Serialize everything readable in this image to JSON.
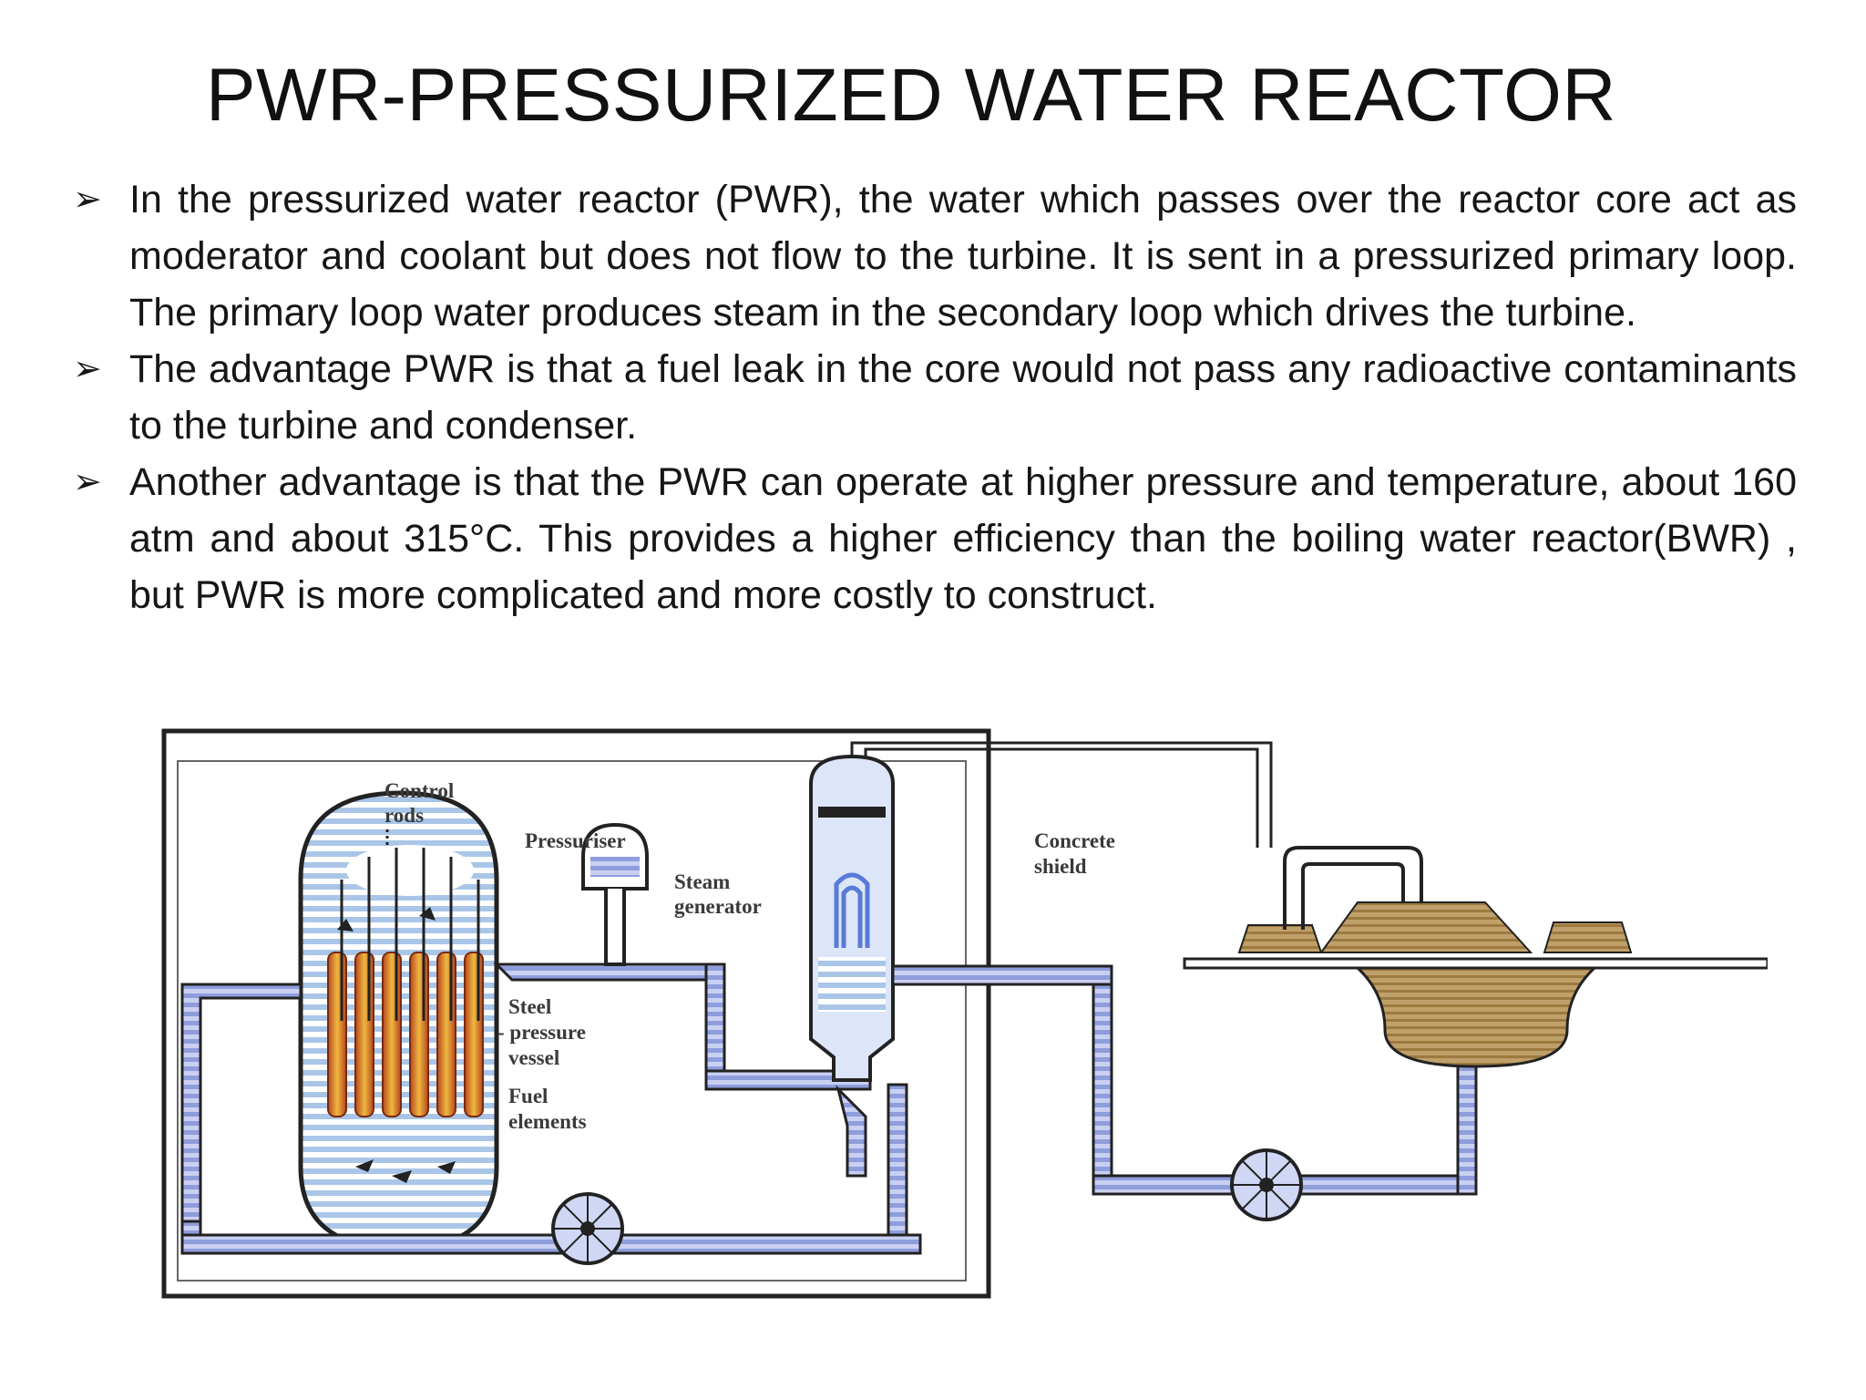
{
  "title": "PWR-PRESSURIZED WATER REACTOR",
  "bullet_marker": "➢",
  "bullets": [
    "In the pressurized water reactor (PWR), the water which passes over the reactor core act as moderator and coolant but does not flow to the turbine. It is sent in a pressurized primary loop. The primary loop water produces steam in the secondary loop which drives the turbine.",
    "The advantage PWR is that a fuel leak in the core would not pass any radioactive contaminants to the turbine and condenser.",
    "Another advantage is that the PWR can operate at higher pressure and temperature, about 160 atm and about 315°C. This provides a higher efficiency than the boiling water reactor(BWR) , but PWR is more complicated and more costly to construct."
  ],
  "diagram": {
    "labels": {
      "control_rods": [
        "Control",
        "rods"
      ],
      "pressuriser": "Pressuriser",
      "steam_generator": [
        "Steam",
        "generator"
      ],
      "concrete_shield": [
        "Concrete",
        "shield"
      ],
      "steel_pressure_vessel": [
        "Steel",
        "- pressure",
        "vessel"
      ],
      "fuel_elements": [
        "Fuel",
        "elements"
      ]
    },
    "colors": {
      "water": "#a9c6e8",
      "primary_pipe": "#9aa6e0",
      "fuel": "#e0a030",
      "turbine": "#b08a4c",
      "outline": "#222222"
    }
  }
}
